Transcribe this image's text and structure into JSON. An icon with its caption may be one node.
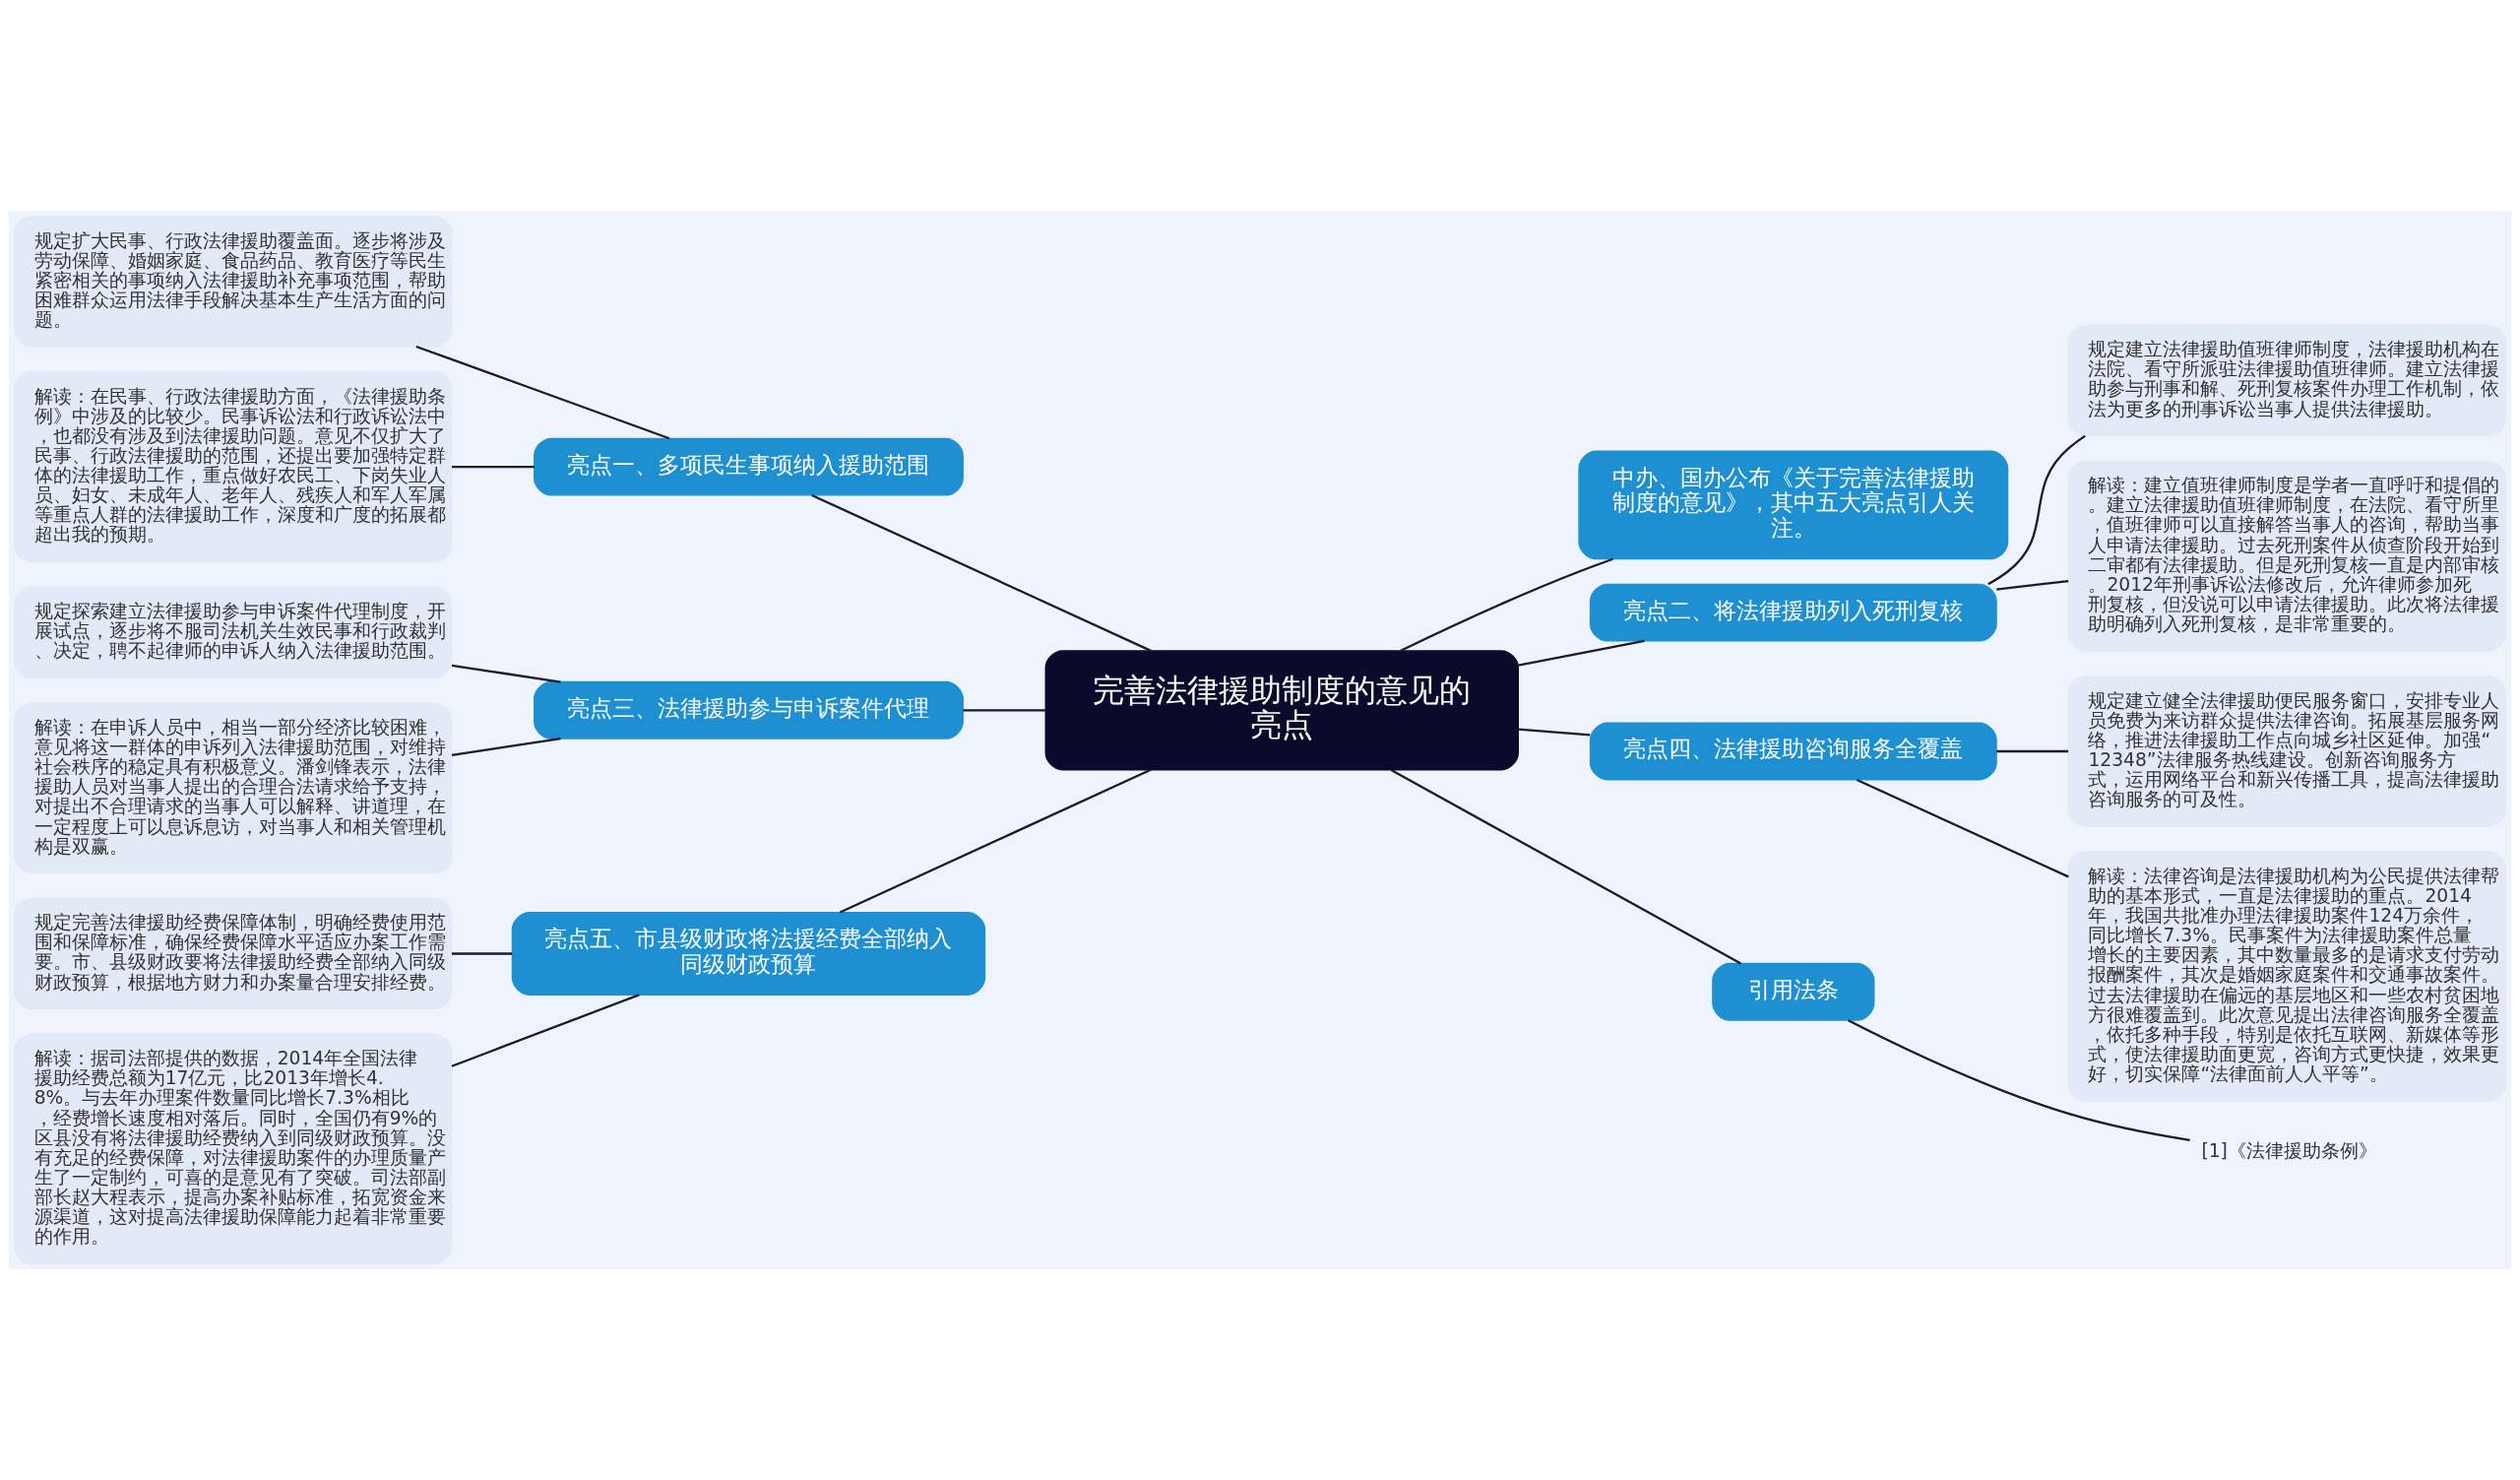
{
  "diagram": {
    "nodes": [
      {
        "text": [
          "完善法律援助制度的意见的亮点"
        ]
      },
      {
        "text": [
          "中办、国办公布《关于完善法律援助制度的意见》，其中五大亮点引人关注。"
        ]
      },
      {
        "text": [
          "亮点一、多项民生事项纳入援助范围"
        ]
      },
      {
        "text": [
          "规定扩大民事、行政法律援助覆盖面。逐步将涉及劳动保障、婚姻家庭、食品药品、教育医疗等民生紧密相关的事项纳入法律援助补充事项范围，帮助困难群众运用法律手段解决基本生产生活方面的问题。"
        ]
      },
      {
        "text": [
          "解读：在民事、行政法律援助方面，《法律援助条例》中涉及的比较少。民事诉讼法和行政诉讼法中，也都没有涉及到法律援助问题。意见不仅扩大了民事、行政法律援助的范围，还提出要加强特定群体的法律援助工作，重点做好农民工、下岗失业人员、妇女、未成年人、老年人、残疾人和军人军属等重点人群的法律援助工作，深度和广度的拓展都超出我的预期。"
        ]
      },
      {
        "text": [
          "亮点二、将法律援助列入死刑复核"
        ]
      },
      {
        "text": [
          "规定建立法律援助值班律师制度，法律援助机构在法院、看守所派驻法律援助值班律师。建立法律援助参与刑事和解、死刑复核案件办理工作机制，依法为更多的刑事诉讼当事人提供法律援助。"
        ]
      },
      {
        "text": [
          "解读：建立值班律师制度是学者一直呼吁和提倡的。建立法律援助值班律师制度，在法院、看守所里，值班律师可以直接解答当事人的咨询，帮助当事人申请法律援助。过去死刑案件从侦查阶段开始到二审都有法律援助。但是死刑复核一直是内部审核。2012年刑事诉讼法修改后，允许律师参加死刑复核，但没说可以申请法律援助。此次将法律援助明确列入死刑复核，是非常重要的。"
        ]
      },
      {
        "text": [
          "亮点三、法律援助参与申诉案件代理"
        ]
      },
      {
        "text": [
          "规定探索建立法律援助参与申诉案件代理制度，开展试点，逐步将不服司法机关生效民事和行政裁判、决定，聘不起律师的申诉人纳入法律援助范围。"
        ]
      },
      {
        "text": [
          "解读：在申诉人员中，相当一部分经济比较困难，意见将这一群体的申诉列入法律援助范围，对维持社会秩序的稳定具有积极意义。潘剑锋表示，法律援助人员对当事人提出的合理合法请求给予支持，对提出不合理请求的当事人可以解释、讲道理，在一定程度上可以息诉息访，对当事人和相关管理机构是双赢。"
        ]
      },
      {
        "text": [
          "亮点四、法律援助咨询服务全覆盖"
        ]
      },
      {
        "text": [
          "规定建立健全法律援助便民服务窗口，安排专业人员免费为来访群众提供法律咨询。拓展基层服务网络，推进法律援助工作点向城乡社区延伸。加强“12348”法律服务热线建设。创新咨询服务方式，运用网络平台和新兴传播工具，提高法律援助咨询服务的可及性。"
        ]
      },
      {
        "text": [
          "解读：法律咨询是法律援助机构为公民提供法律帮助的基本形式，一直是法律援助的重点。2014年，我国共批准办理法律援助案件124万余件，同比增长7.3%。民事案件为法律援助案件总量增长的主要因素，其中数量最多的是请求支付劳动报酬案件，其次是婚姻家庭案件和交通事故案件。过去法律援助在偏远的基层地区和一些农村贫困地方很难覆盖到。此次意见提出法律咨询服务全覆盖，依托多种手段，特别是依托互联网、新媒体等形式，使法律援助面更宽，咨询方式更快捷，效果更好，切实保障“法律面前人人平等”。"
        ]
      },
      {
        "text": [
          "亮点五、市县级财政将法援经费全部纳入同级财政预算"
        ]
      },
      {
        "text": [
          "规定完善法律援助经费保障体制，明确经费使用范围和保障标准，确保经费保障水平适应办案工作需要。市、县级财政要将法律援助经费全部纳入同级财政预算，根据地方财力和办案量合理安排经费。"
        ]
      },
      {
        "text": [
          "解读：据司法部提供的数据，2014年全国法律援助经费总额为17亿元，比2013年增长4.8%。与去年办理案件数量同比增长7.3%相比，经费增长速度相对落后。同时，全国仍有9%的区县没有将法律援助经费纳入到同级财政预算。没有充足的经费保障，对法律援助案件的办理质量产生了一定制约，可喜的是意见有了突破。司法部副部长赵大程表示，提高办案补贴标准，拓宽资金来源渠道，这对提高法律援助保障能力起着非常重要的作用。"
        ]
      },
      {
        "text": [
          "引用法条"
        ]
      },
      {
        "text": [
          "[1]《法律援助条例》"
        ]
      }
    ],
    "edges": [
      {
        "from": 0,
        "to": 1,
        "arrow": "none"
      },
      {
        "from": 0,
        "to": 2,
        "arrow": "none"
      },
      {
        "from": 2,
        "to": 3,
        "arrow": "none"
      },
      {
        "from": 2,
        "to": 4,
        "arrow": "none"
      },
      {
        "from": 0,
        "to": 5,
        "arrow": "none"
      },
      {
        "from": 5,
        "to": 6,
        "arrow": "none"
      },
      {
        "from": 5,
        "to": 7,
        "arrow": "none"
      },
      {
        "from": 0,
        "to": 8,
        "arrow": "none"
      },
      {
        "from": 8,
        "to": 9,
        "arrow": "none"
      },
      {
        "from": 8,
        "to": 10,
        "arrow": "none"
      },
      {
        "from": 0,
        "to": 11,
        "arrow": "none"
      },
      {
        "from": 11,
        "to": 12,
        "arrow": "none"
      },
      {
        "from": 11,
        "to": 13,
        "arrow": "none"
      },
      {
        "from": 0,
        "to": 14,
        "arrow": "none"
      },
      {
        "from": 14,
        "to": 15,
        "arrow": "none"
      },
      {
        "from": 14,
        "to": 16,
        "arrow": "none"
      },
      {
        "from": 0,
        "to": 17,
        "arrow": "none"
      },
      {
        "from": 17,
        "to": 18,
        "arrow": "none"
      }
    ]
  }
}
